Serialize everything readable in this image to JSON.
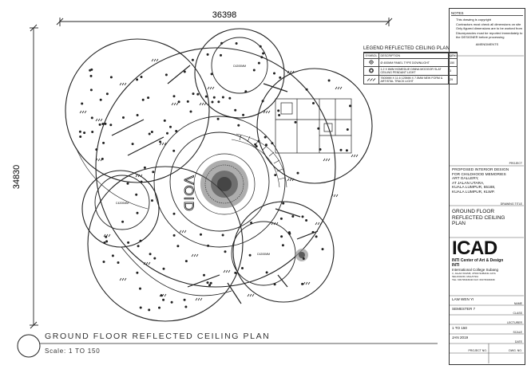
{
  "dimensions": {
    "width": "36398",
    "height": "34830"
  },
  "plan": {
    "void_label": "VOID",
    "room_labels": [
      "C4200MM",
      "C4200MM",
      "C4200MM"
    ]
  },
  "notes": {
    "heading": "NOTES",
    "items": [
      "This drawing is copyright",
      "Contractors must check all dimensions on site",
      "Only figured dimensions are to be worked from",
      "Discrepancies must be reported immediately to the DESIGNER before processing"
    ],
    "amendments": "AMENDMENTS"
  },
  "legend": {
    "title": "LEGEND REFLECTED CEILING PLAN",
    "headers": [
      "SYMBOL",
      "DESCRIPTION",
      "QTY"
    ],
    "rows": [
      {
        "description": "Ø 400MM PANEL TYPE DOWNLIGHT",
        "qty": "150"
      },
      {
        "description": "1.2 X 6MM HOMEDUE DINNA MOOGOR SLAT CEILING PENDANT LIGHT",
        "qty": "3"
      },
      {
        "description": "7600MM X 11.6 125MM X 7.5MM NEW FORM & ARTISTAL TRACK LIGHT",
        "qty": "29"
      }
    ]
  },
  "title_block": {
    "project_caption": "PROJECT",
    "project_lines": [
      "PROPOSED INTERIOR DESIGN",
      "FOR CHILDHOOD MEMORIES",
      "ART GALLERY,",
      "AT JALAN UTARA,",
      "KUALA LUMPUR, 55188,",
      "KUALA LUMPUR, KLWP."
    ],
    "drawing_caption": "DRAWING TITLE",
    "drawing_lines": [
      "GROUND FLOOR",
      "REFLECTED CEILING",
      "PLAN"
    ],
    "logo_text": "ICAD",
    "logo_sub1": "INTI Center of Art & Design",
    "logo_sub2": "INTI",
    "logo_sub3": "International College Subang",
    "address_lines": [
      "3, JALAN SS15/8, 47500 SUBANG JAYA",
      "SELANGOR, MALAYSIA",
      "TEL: 603 56316040    FAX: 603 56349436"
    ],
    "name": "LAW WEN YI",
    "name_caption": "NAME",
    "semester": "SEMESTER 7",
    "semester_caption": "CLASS",
    "lecturer_caption": "LECTURER",
    "scale": "1 TO 150",
    "scale_caption": "SCALE",
    "date": "JAN 2019",
    "date_caption": "DATE",
    "project_no_caption": "PROJECT NO.",
    "dwg_no_caption": "DWG. NO."
  },
  "bottom": {
    "title": "GROUND FLOOR REFLECTED CEILING PLAN",
    "scale": "Scale: 1 TO 150"
  }
}
